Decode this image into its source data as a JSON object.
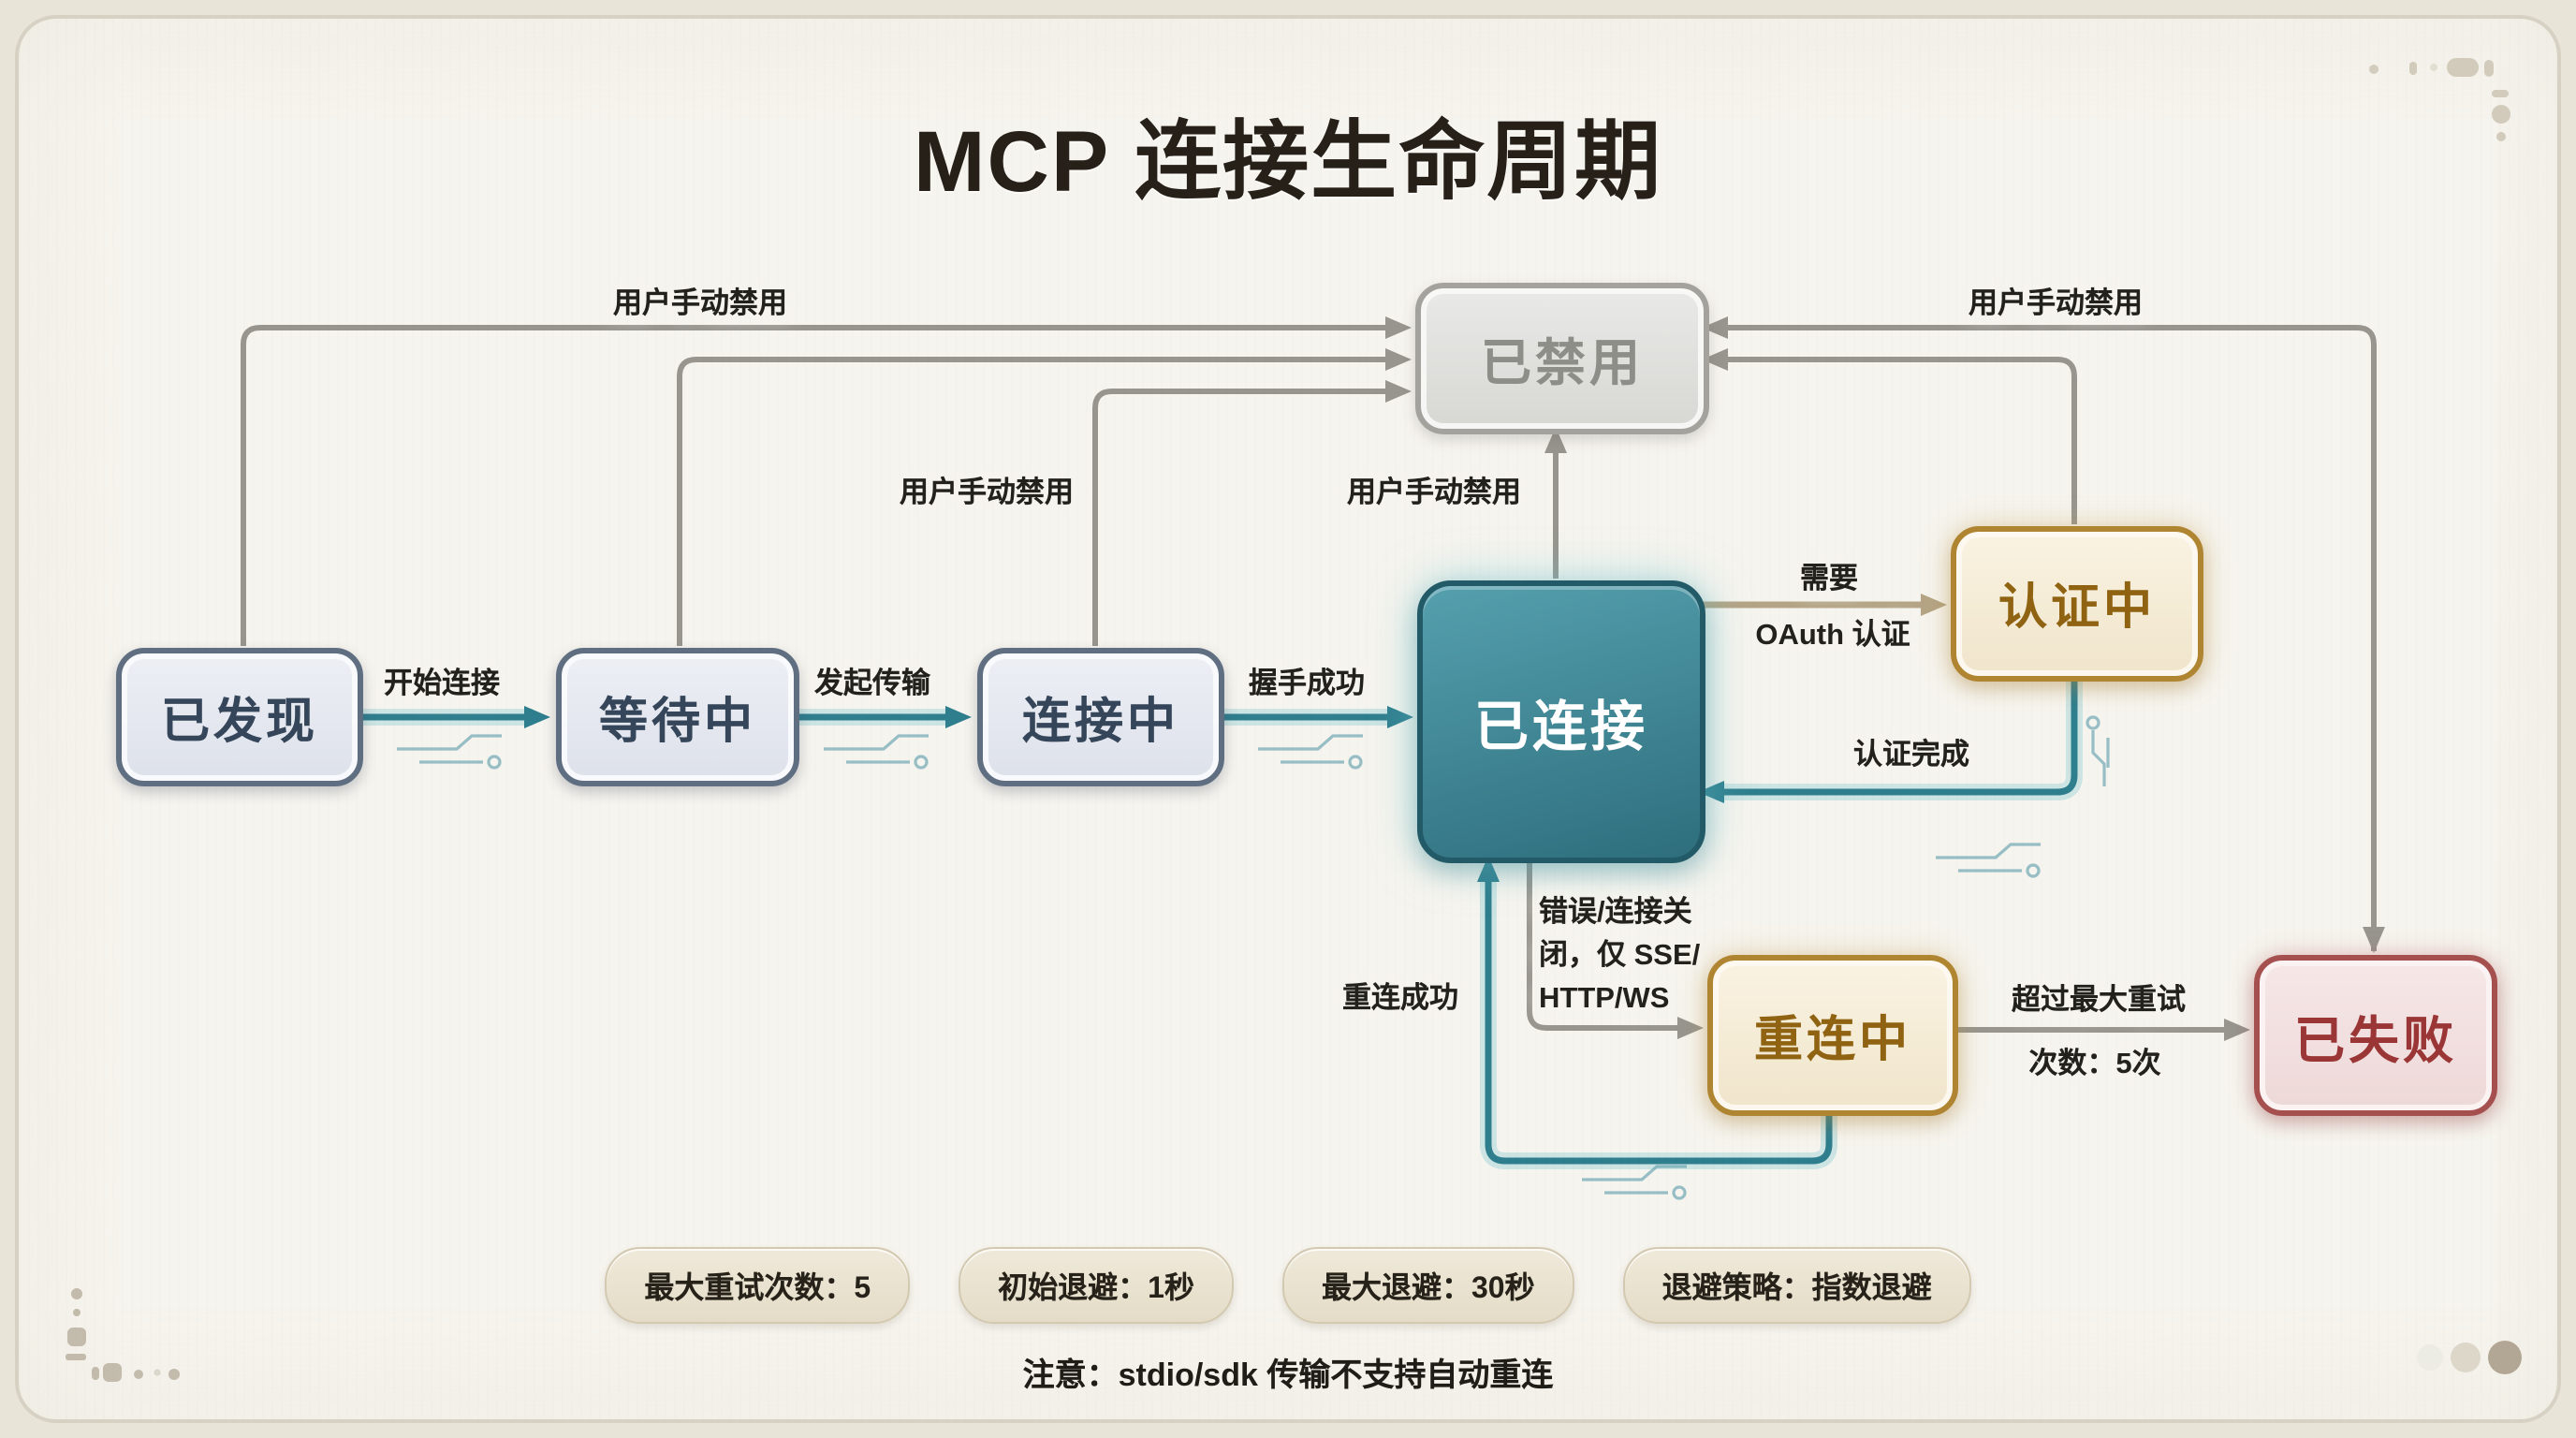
{
  "title": "MCP 连接生命周期",
  "states": {
    "discovered": {
      "label": "已发现"
    },
    "waiting": {
      "label": "等待中"
    },
    "connecting": {
      "label": "连接中"
    },
    "connected": {
      "label": "已连接"
    },
    "disabled": {
      "label": "已禁用"
    },
    "authenticating": {
      "label": "认证中"
    },
    "reconnecting": {
      "label": "重连中"
    },
    "failed": {
      "label": "已失败"
    }
  },
  "edges": {
    "start_connect": "开始连接",
    "initiate_transport": "发起传输",
    "handshake_success": "握手成功",
    "manual_disable": "用户手动禁用",
    "need_oauth_line1": "需要",
    "need_oauth_line2": "OAuth 认证",
    "auth_complete": "认证完成",
    "error_close_line1": "错误/连接关",
    "error_close_line2": "闭，仅 SSE/",
    "error_close_line3": "HTTP/WS",
    "reconnect_success": "重连成功",
    "max_retry_line1": "超过最大重试",
    "max_retry_line2": "次数：5次"
  },
  "badges": [
    "最大重试次数：5",
    "初始退避：1秒",
    "最大退避：30秒",
    "退避策略：指数退避"
  ],
  "note": "注意：stdio/sdk 传输不支持自动重连",
  "colors": {
    "teal": "#2f7e8e",
    "slate": "#5f6e80",
    "gray": "#97958e",
    "amber": "#b08531",
    "red": "#a64f4f",
    "tan": "#b4a485",
    "card_background": "#f6f4ee",
    "page_background": "#e8e4d8"
  }
}
